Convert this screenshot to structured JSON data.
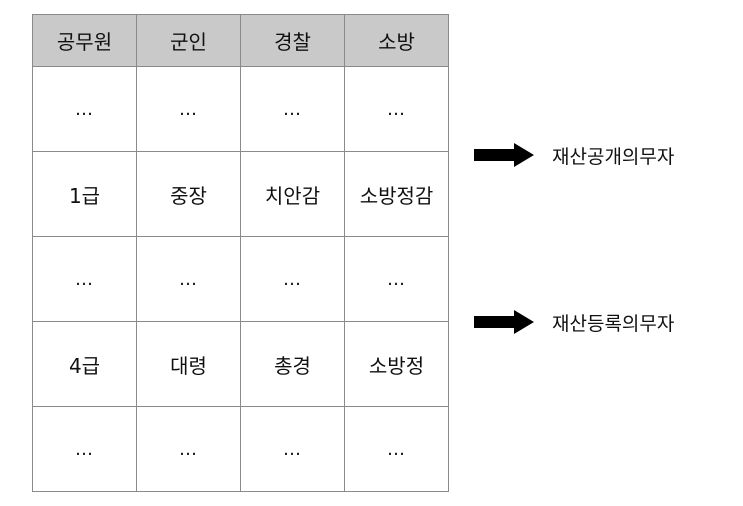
{
  "table": {
    "headers": [
      "공무원",
      "군인",
      "경찰",
      "소방"
    ],
    "rows": [
      [
        "…",
        "…",
        "…",
        "…"
      ],
      [
        "1급",
        "중장",
        "치안감",
        "소방정감"
      ],
      [
        "…",
        "…",
        "…",
        "…"
      ],
      [
        "4급",
        "대령",
        "총경",
        "소방정"
      ],
      [
        "…",
        "…",
        "…",
        "…"
      ]
    ],
    "header_bg": "#c9c9c9",
    "border_color": "#8a8a8a"
  },
  "annotations": [
    {
      "label": "재산공개의무자",
      "icon": "right-arrow-icon"
    },
    {
      "label": "재산등록의무자",
      "icon": "right-arrow-icon"
    }
  ]
}
